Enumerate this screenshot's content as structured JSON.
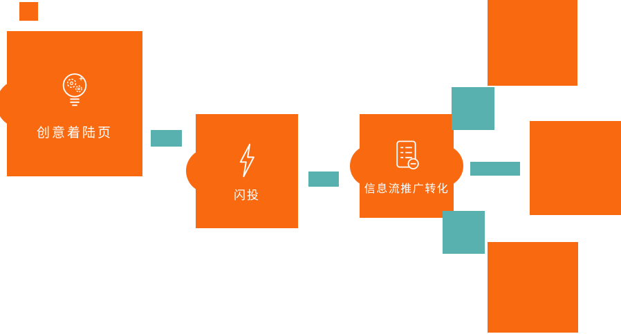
{
  "diagram": {
    "background_color": "#FFFFFF",
    "colors": {
      "node_orange": "#F9690F",
      "connector_teal": "#58B1AF",
      "icon_stroke": "#FFFFFF",
      "label_text": "#FFFFFF"
    },
    "nodes": [
      {
        "label": "创意着陆页",
        "icon": "lightbulb-gears-icon"
      },
      {
        "label": "闪投",
        "icon": "lightning-bolt-icon"
      },
      {
        "label": "信息流推广转化",
        "icon": "document-list-icon"
      }
    ]
  }
}
